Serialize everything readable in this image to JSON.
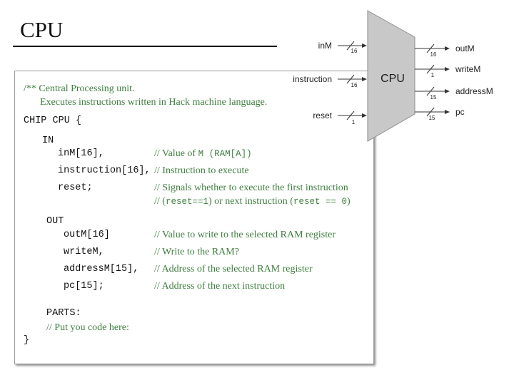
{
  "page": {
    "title": "CPU"
  },
  "code": {
    "doc_line1": "/** Central Processing unit.",
    "doc_line2": "Executes instructions written in Hack machine language.",
    "chip_decl": "CHIP CPU {",
    "in_kw": "IN",
    "inputs": [
      {
        "decl": "inM[16],",
        "comment": "// Value of ",
        "comment_code": "M (RAM[A])",
        "comment_tail": ""
      },
      {
        "decl": "instruction[16],",
        "comment": "// Instruction to execute",
        "comment_code": "",
        "comment_tail": ""
      },
      {
        "decl": "reset;",
        "comment": "// Signals whether to execute the first instruction",
        "comment_code": "",
        "comment_tail": ""
      }
    ],
    "reset_cont_pre": "// (",
    "reset_cont_code1": "reset==1",
    "reset_cont_mid": ") or next instruction (",
    "reset_cont_code2": "reset == 0",
    "reset_cont_post": ")",
    "out_kw": "OUT",
    "outputs": [
      {
        "decl": "outM[16]",
        "comment": "// Value to write to the selected RAM register"
      },
      {
        "decl": "writeM,",
        "comment": "// Write to the RAM?"
      },
      {
        "decl": "addressM[15],",
        "comment": "// Address of the selected RAM register"
      },
      {
        "decl": "pc[15];",
        "comment": "// Address of the next instruction"
      }
    ],
    "parts_kw": "PARTS:",
    "parts_comment": "// Put you code here:",
    "close_brace": "}"
  },
  "diagram": {
    "chip_label": "CPU",
    "inputs": [
      {
        "name": "inM",
        "width": "16"
      },
      {
        "name": "instruction",
        "width": "16"
      },
      {
        "name": "reset",
        "width": "1"
      }
    ],
    "outputs": [
      {
        "name": "outM",
        "width": "16"
      },
      {
        "name": "writeM",
        "width": "1"
      },
      {
        "name": "addressM",
        "width": "15"
      },
      {
        "name": "pc",
        "width": "15"
      }
    ]
  }
}
